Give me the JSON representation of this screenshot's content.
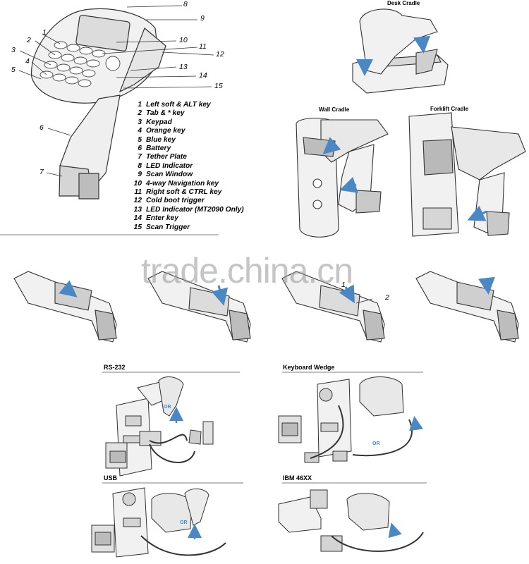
{
  "callouts": [
    "1",
    "2",
    "3",
    "4",
    "5",
    "6",
    "7",
    "8",
    "9",
    "10",
    "11",
    "12",
    "13",
    "14",
    "15"
  ],
  "legend": [
    {
      "num": "1",
      "text": "Left soft & ALT key"
    },
    {
      "num": "2",
      "text": "Tab & * key"
    },
    {
      "num": "3",
      "text": "Keypad"
    },
    {
      "num": "4",
      "text": "Orange key"
    },
    {
      "num": "5",
      "text": "Blue key"
    },
    {
      "num": "6",
      "text": "Battery"
    },
    {
      "num": "7",
      "text": "Tether Plate"
    },
    {
      "num": "8",
      "text": "LED Indicator"
    },
    {
      "num": "9",
      "text": "Scan Window"
    },
    {
      "num": "10",
      "text": "4-way Navigation key"
    },
    {
      "num": "11",
      "text": "Right soft & CTRL key"
    },
    {
      "num": "12",
      "text": "Cold boot trigger"
    },
    {
      "num": "13",
      "text": "LED Indicator (MT2090 Only)"
    },
    {
      "num": "14",
      "text": "Enter key"
    },
    {
      "num": "15",
      "text": "Scan Trigger"
    }
  ],
  "cradles": {
    "desk": "Desk Cradle",
    "wall": "Wall Cradle",
    "forklift": "Forklift Cradle"
  },
  "battery_step_callout": "2",
  "battery_step_callout_1": "1",
  "connections": {
    "rs232": "RS-232",
    "keyboard": "Keyboard Wedge",
    "usb": "USB",
    "ibm": "IBM 46XX",
    "or_label": "OR"
  },
  "watermark": "trade.china.cn",
  "colors": {
    "line": "#333333",
    "fill": "#f1f1f1",
    "shade": "#c9c9c9",
    "arrow": "#4a87c5",
    "watermark": "#9a9a9a"
  }
}
